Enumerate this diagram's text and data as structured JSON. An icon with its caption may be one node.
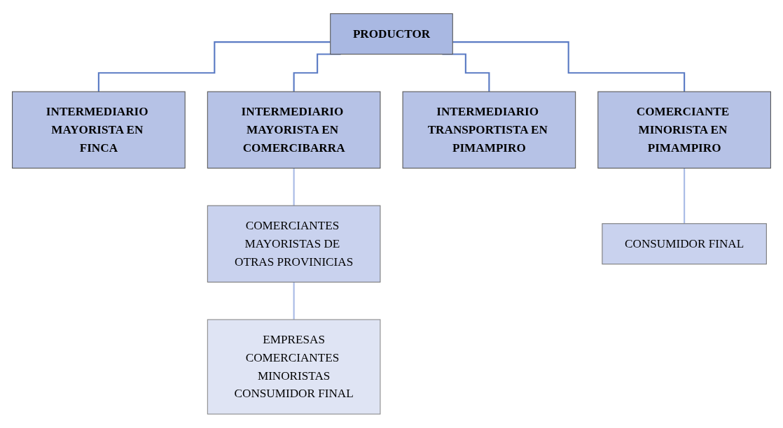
{
  "diagram": {
    "nodes": [
      {
        "text": [
          "PRODUCTOR"
        ]
      },
      {
        "text": [
          "INTERMEDIARIO MAYORISTA EN FINCA"
        ]
      },
      {
        "text": [
          "INTERMEDIARIO MAYORISTA EN COMERCIBARRA"
        ]
      },
      {
        "text": [
          "INTERMEDIARIO TRANSPORTISTA EN PIMAMPIRO"
        ]
      },
      {
        "text": [
          "COMERCIANTE MINORISTA EN PIMAMPIRO"
        ]
      },
      {
        "text": [
          "COMERCIANTES MAYORISTAS DE OTRAS PROVINICIAS"
        ]
      },
      {
        "text": [
          "EMPRESAS",
          "COMERCIANTES MINORISTAS",
          "CONSUMIDOR FINAL"
        ]
      },
      {
        "text": [
          "CONSUMIDOR FINAL"
        ]
      }
    ],
    "edges": [
      {
        "from": 0,
        "to": 1,
        "arrow": "none"
      },
      {
        "from": 0,
        "to": 2,
        "arrow": "none"
      },
      {
        "from": 0,
        "to": 3,
        "arrow": "none"
      },
      {
        "from": 0,
        "to": 4,
        "arrow": "none"
      },
      {
        "from": 2,
        "to": 5,
        "arrow": "none",
        "color": "#a9bbe6"
      },
      {
        "from": 5,
        "to": 6,
        "arrow": "none",
        "color": "#a9bbe6"
      },
      {
        "from": 4,
        "to": 7,
        "arrow": "none",
        "color": "#a9bbe6"
      }
    ]
  }
}
